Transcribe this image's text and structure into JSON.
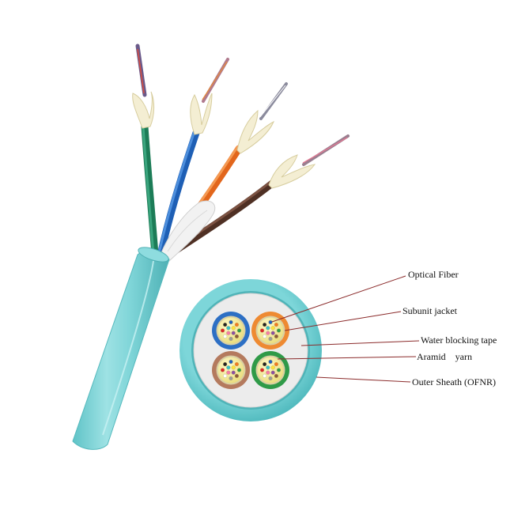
{
  "colors": {
    "sheath": "#76d3d6",
    "sheath_dark": "#4fb6ba",
    "sheath_light": "#aee8ea",
    "tape": "#efefef",
    "leader": "#8b2b2b",
    "unit_blue": "#2d6fc4",
    "unit_orange": "#ee8a32",
    "unit_brown": "#b47a5e",
    "unit_green": "#2f9a48",
    "fiber_core": "#f3ef9c",
    "aramid": "#f2ecd2",
    "aramid_tan": "#d9cfa4",
    "tube_green": "#1f8a62",
    "tube_blue": "#2c73c9",
    "tube_orange": "#ee7a2b",
    "tube_brown": "#5e3b2c"
  },
  "fiber_dot_colors": [
    "#1f5fbf",
    "#f07a22",
    "#2e9a4a",
    "#8a5a3c",
    "#9a9a9a",
    "#ffffff",
    "#d8262b",
    "#222222",
    "#ffe23a",
    "#8a4fa3",
    "#f47ba9",
    "#39c1c9"
  ],
  "icons": {
    "cable": "fiber-cable-photo",
    "cross_section": "cable-cross-section"
  },
  "callouts": [
    {
      "id": "optical-fiber",
      "label": "Optical Fiber"
    },
    {
      "id": "subunit-jacket",
      "label": "Subunit jacket"
    },
    {
      "id": "water-blocking-tape",
      "label": "Water blocking tape"
    },
    {
      "id": "aramid-yarn",
      "label": "Aramid    yarn"
    },
    {
      "id": "outer-sheath",
      "label": "Outer Sheath (OFNR)"
    }
  ]
}
